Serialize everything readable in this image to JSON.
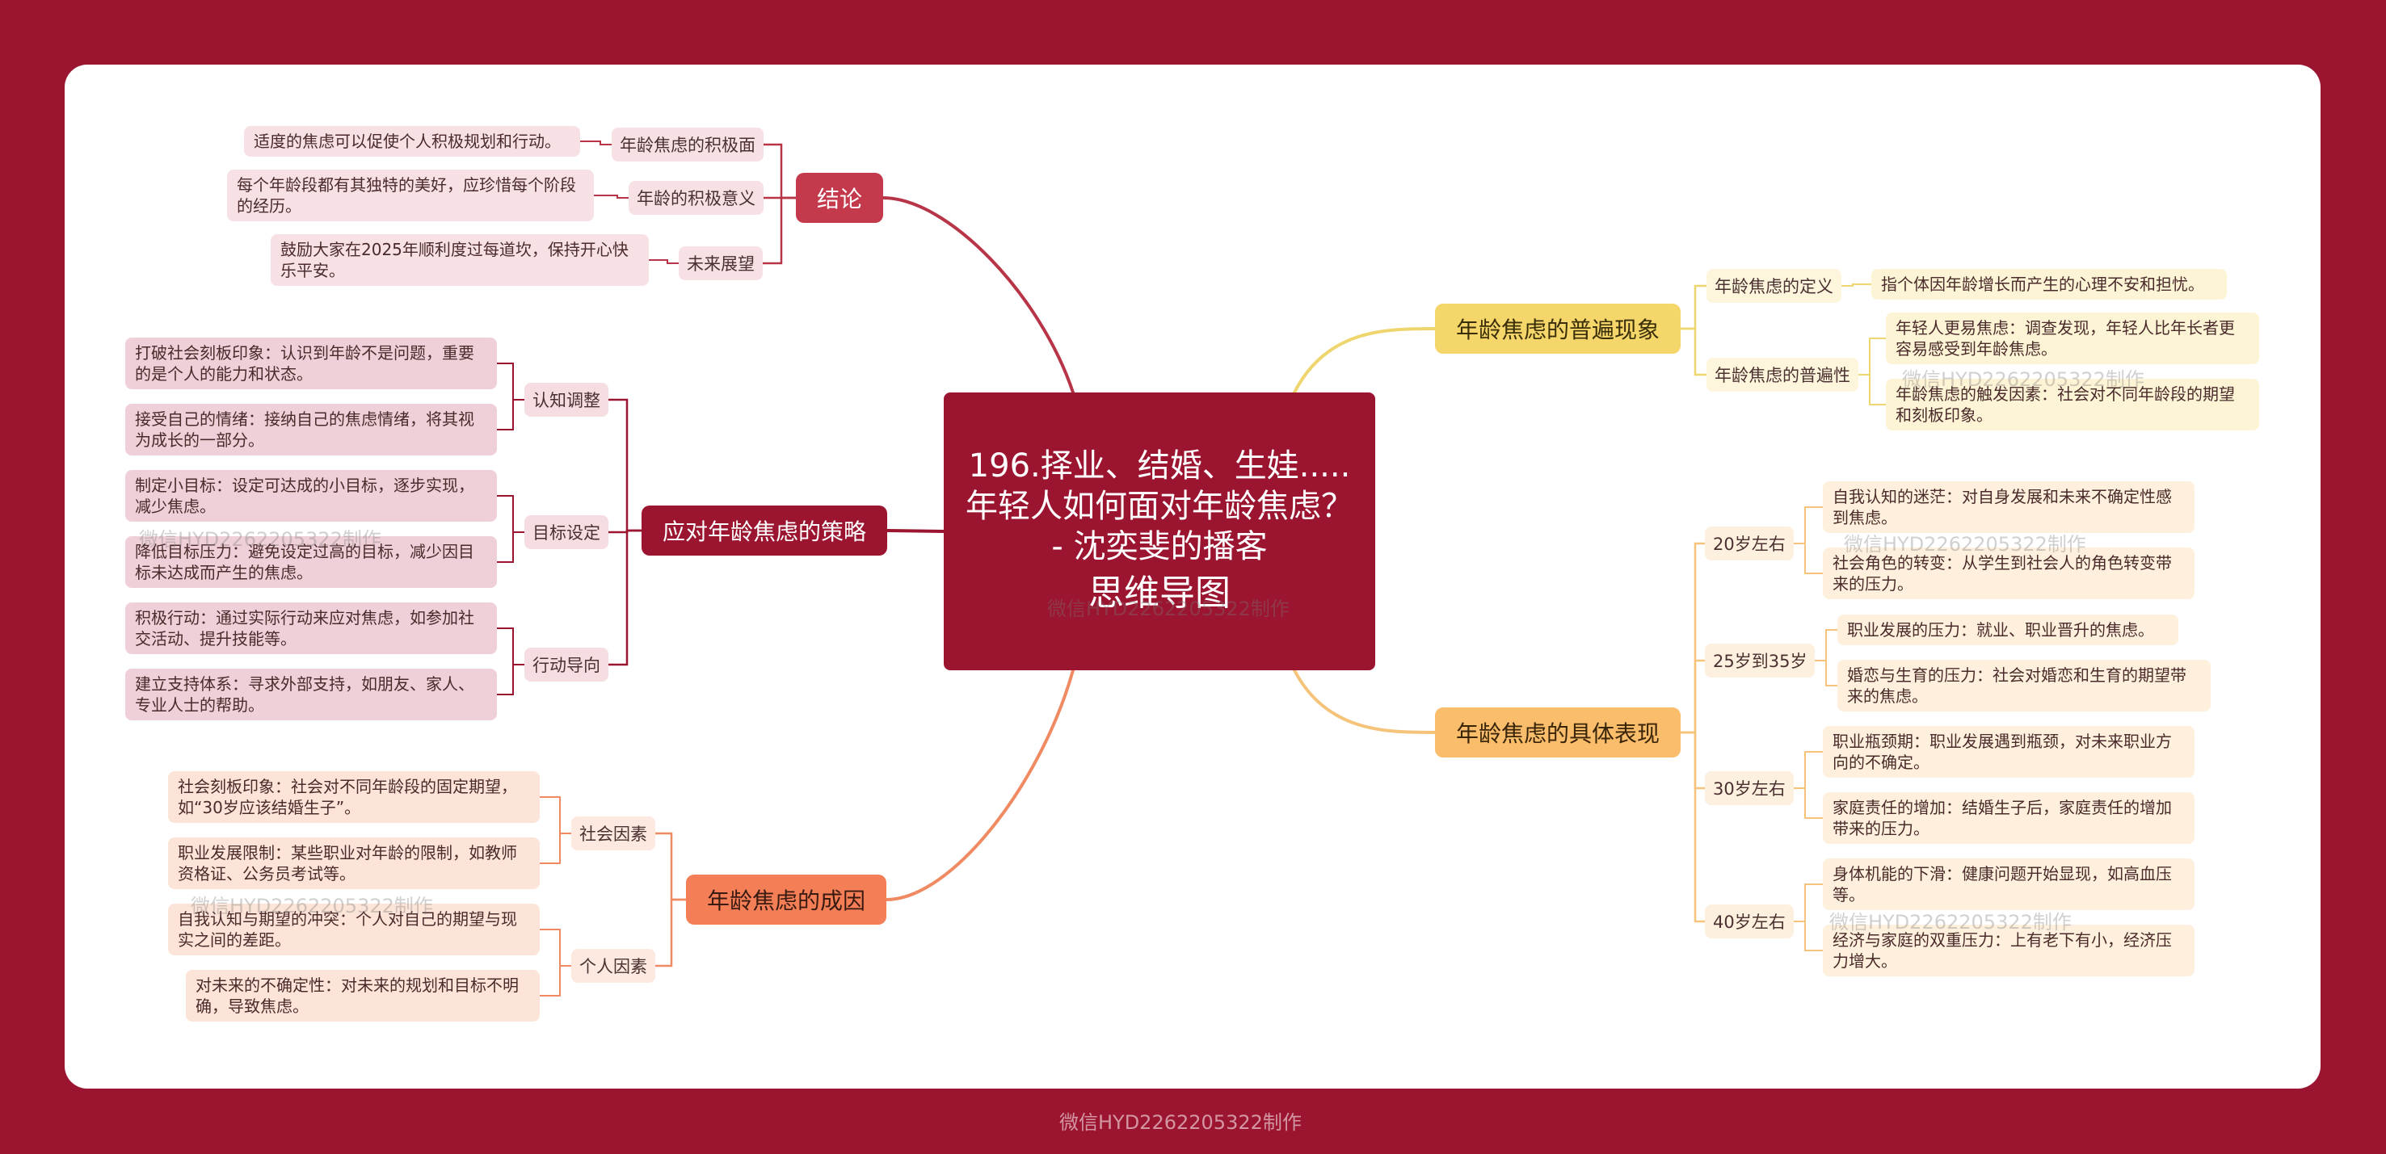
{
  "colors": {
    "background": "#9b1530",
    "card": "#ffffff",
    "root": "#9b1530"
  },
  "root": {
    "title": "196.择业、结婚、生娃.....年轻人如何面对年龄焦虑？ - 沈奕斐的播客",
    "subtitle": "思维导图"
  },
  "branches": [
    {
      "label": "结论",
      "color": "#c5394d",
      "text_color": "#ffffff",
      "sub_bg": "#f7e1e5",
      "leaf_bg": "#f7e1e5",
      "line": "#b83548",
      "subs": [
        {
          "label": "年龄焦虑的积极面",
          "leaves": [
            "适度的焦虑可以促使个人积极规划和行动。"
          ]
        },
        {
          "label": "年龄的积极意义",
          "leaves": [
            "每个年龄段都有其独特的美好，应珍惜每个阶段的经历。"
          ]
        },
        {
          "label": "未来展望",
          "leaves": [
            "鼓励大家在2025年顺利度过每道坎，保持开心快乐平安。"
          ]
        }
      ]
    },
    {
      "label": "应对年龄焦虑的策略",
      "color": "#9b1530",
      "text_color": "#ffffff",
      "sub_bg": "#f5dde2",
      "leaf_bg": "#f0d0d8",
      "line": "#9b1530",
      "subs": [
        {
          "label": "认知调整",
          "leaves": [
            "打破社会刻板印象：认识到年龄不是问题，重要的是个人的能力和状态。",
            "接受自己的情绪：接纳自己的焦虑情绪，将其视为成长的一部分。"
          ]
        },
        {
          "label": "目标设定",
          "leaves": [
            "制定小目标：设定可达成的小目标，逐步实现，减少焦虑。",
            "降低目标压力：避免设定过高的目标，减少因目标未达成而产生的焦虑。"
          ]
        },
        {
          "label": "行动导向",
          "leaves": [
            "积极行动：通过实际行动来应对焦虑，如参加社交活动、提升技能等。",
            "建立支持体系：寻求外部支持，如朋友、家人、专业人士的帮助。"
          ]
        }
      ]
    },
    {
      "label": "年龄焦虑的成因",
      "color": "#f47f57",
      "text_color": "#3a1a10",
      "sub_bg": "#fde9e0",
      "leaf_bg": "#fde4d8",
      "line": "#ef8a62",
      "subs": [
        {
          "label": "社会因素",
          "leaves": [
            "社会刻板印象：社会对不同年龄段的固定期望，如“30岁应该结婚生子”。",
            "职业发展限制：某些职业对年龄的限制，如教师资格证、公务员考试等。"
          ]
        },
        {
          "label": "个人因素",
          "leaves": [
            "自我认知与期望的冲突：个人对自己的期望与现实之间的差距。",
            "对未来的不确定性：对未来的规划和目标不明确，导致焦虑。"
          ]
        }
      ]
    },
    {
      "label": "年龄焦虑的普遍现象",
      "color": "#f5d66a",
      "text_color": "#3a2e08",
      "sub_bg": "#fdf6dc",
      "leaf_bg": "#fdf4d6",
      "line": "#efd56e",
      "subs": [
        {
          "label": "年龄焦虑的定义",
          "leaves": [
            "指个体因年龄增长而产生的心理不安和担忧。"
          ]
        },
        {
          "label": "年龄焦虑的普遍性",
          "leaves": [
            "年轻人更易焦虑：调查发现，年轻人比年长者更容易感受到年龄焦虑。",
            "年龄焦虑的触发因素：社会对不同年龄段的期望和刻板印象。"
          ]
        }
      ]
    },
    {
      "label": "年龄焦虑的具体表现",
      "color": "#f9bd6c",
      "text_color": "#3a2408",
      "sub_bg": "#fef0de",
      "leaf_bg": "#fef0dc",
      "line": "#f6c37a",
      "subs": [
        {
          "label": "20岁左右",
          "leaves": [
            "自我认知的迷茫：对自身发展和未来不确定性感到焦虑。",
            "社会角色的转变：从学生到社会人的角色转变带来的压力。"
          ]
        },
        {
          "label": "25岁到35岁",
          "leaves": [
            "职业发展的压力：就业、职业晋升的焦虑。",
            "婚恋与生育的压力：社会对婚恋和生育的期望带来的焦虑。"
          ]
        },
        {
          "label": "30岁左右",
          "leaves": [
            "职业瓶颈期：职业发展遇到瓶颈，对未来职业方向的不确定。",
            "家庭责任的增加：结婚生子后，家庭责任的增加带来的压力。"
          ]
        },
        {
          "label": "40岁左右",
          "leaves": [
            "身体机能的下滑：健康问题开始显现，如高血压等。",
            "经济与家庭的双重压力：上有老下有小，经济压力增大。"
          ]
        }
      ]
    }
  ],
  "watermark": "微信HYD2262205322制作"
}
